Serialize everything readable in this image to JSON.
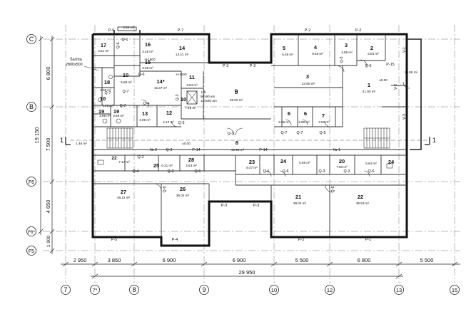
{
  "grid_rows": [
    {
      "id": "C",
      "label": "C"
    },
    {
      "id": "B",
      "label": "B"
    },
    {
      "id": "F6",
      "label": "F6"
    },
    {
      "id": "F6s",
      "label": "F6*"
    },
    {
      "id": "F5",
      "label": "F5"
    }
  ],
  "grid_cols": [
    {
      "id": "c7",
      "label": "7"
    },
    {
      "id": "c7s",
      "label": "7*"
    },
    {
      "id": "c8",
      "label": "8"
    },
    {
      "id": "c9",
      "label": "9"
    },
    {
      "id": "c10",
      "label": "10"
    },
    {
      "id": "c12",
      "label": "12"
    },
    {
      "id": "c13",
      "label": "13"
    },
    {
      "id": "c15",
      "label": "15"
    }
  ],
  "dims_bottom": [
    "2 950",
    "3 850",
    "6 900",
    "6 900",
    "5 500",
    "6 800",
    "5 500"
  ],
  "dim_total_bottom": "29 950",
  "dims_left": [
    "6 800",
    "7 500",
    "4 650",
    "1 900"
  ],
  "dim_total_left": "19 150",
  "section_mark": "1",
  "rooms": [
    {
      "n": "17",
      "a": "4.81 m²"
    },
    {
      "n": "16",
      "a": "3.45 m²"
    },
    {
      "n": "15",
      "a": "3.69 m²"
    },
    {
      "n": "18",
      "a": "4.06 m²"
    },
    {
      "n": "10",
      "a": "5.88 m²"
    },
    {
      "n": "14",
      "a": "13.41 m²"
    },
    {
      "n": "14*",
      "a": "15.37 m²"
    },
    {
      "n": "11",
      "a": "3.94 m²"
    },
    {
      "n": "10",
      "a": "7.28 m²"
    },
    {
      "n": "9",
      "a": "35.00 m²"
    },
    {
      "n": "10",
      "a": "4.26 m²"
    },
    {
      "n": "19",
      "a": "3.85 m²"
    },
    {
      "n": "19",
      "a": "3.85 m²"
    },
    {
      "n": "13",
      "a": "3.99 m²"
    },
    {
      "n": "12",
      "a": "4.13 m²"
    },
    {
      "n": "5",
      "a": "5.55 m²"
    },
    {
      "n": "4",
      "a": "9.68 m²"
    },
    {
      "n": "3",
      "a": "4.65 m²"
    },
    {
      "n": "2",
      "a": "6.84 m²"
    },
    {
      "n": "3",
      "a": "23.65 m²"
    },
    {
      "n": "1",
      "a": "41.90 m²"
    },
    {
      "n": "6",
      "a": "2.66 m²"
    },
    {
      "n": "6",
      "a": "2.66 m²"
    },
    {
      "n": "7",
      "a": "3.52 m²"
    },
    {
      "n": "8",
      "a": "42.95 m²"
    },
    {
      "n": "22",
      "a": "7.17 m²"
    },
    {
      "n": "25",
      "a": "6.21 m²"
    },
    {
      "n": "28",
      "a": "3.53 m²"
    },
    {
      "n": "23",
      "a": "8.47 m²"
    },
    {
      "n": "24",
      "a": "5.86 m²"
    },
    {
      "n": "20",
      "a": "7.90 m²"
    },
    {
      "n": "24",
      "a": "5.64 m²"
    },
    {
      "n": "27",
      "a": "36.22 m²"
    },
    {
      "n": "26",
      "a": "36.04 m²"
    },
    {
      "n": "21",
      "a": "38.02 m²"
    },
    {
      "n": "22",
      "a": "36.53 m²"
    },
    {
      "n": "",
      "a": "29.55 m²"
    }
  ],
  "marks": {
    "p6": "P-6",
    "p7": "P-7",
    "p3": "P-3",
    "p2": "P-2",
    "p15": "P-15",
    "p14": "P-14",
    "p5": "P-5",
    "p4": "P-4",
    "p1": "P-1",
    "q1": "Q-1",
    "q2": "Q-2",
    "q3": "Q-3",
    "q4": "Q-4",
    "q5": "Q-5",
    "q6": "Q-6",
    "q7": "Q-7",
    "v1": "V-1",
    "v2": "V-2",
    "v3": "V-3",
    "h1600": "H-1600",
    "n2": "№ 2",
    "n1": "№ 1",
    "lvl": "±0.00",
    "w336": "3.36 m²",
    "dim148": "1.48 m²"
  },
  "shaft_label": "Šachta",
  "shaft_size": "2800x500",
  "lift_label": "Lift",
  "lift_size1": "90x90 am",
  "lift_size2": "120x80 am"
}
